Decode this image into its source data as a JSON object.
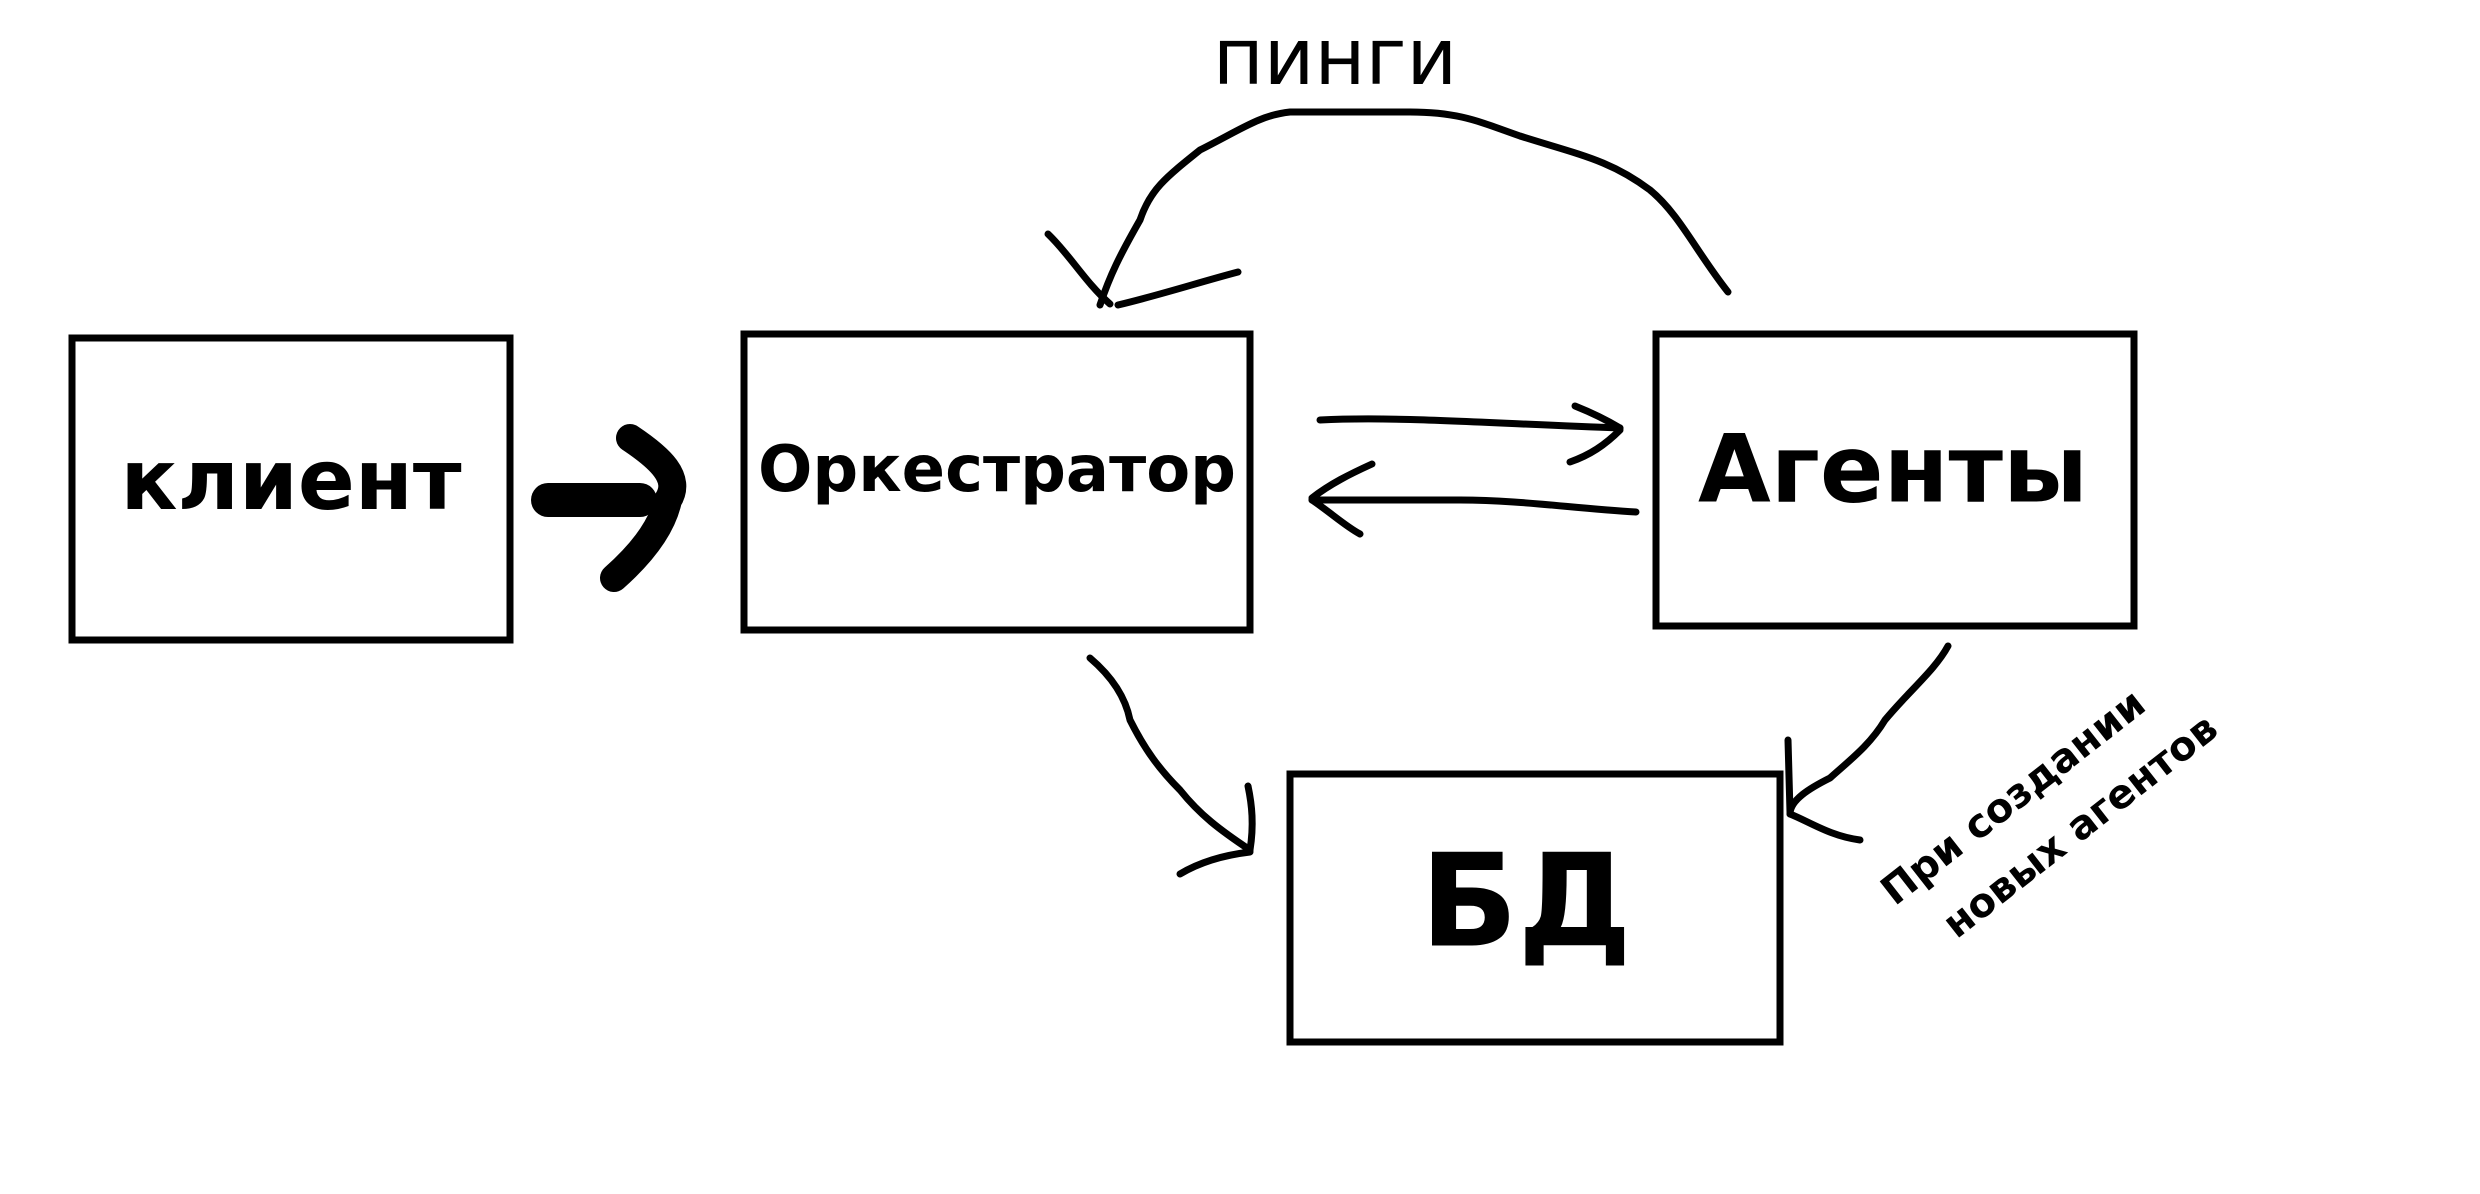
{
  "nodes": {
    "client": {
      "label": "клиент"
    },
    "orchestrator": {
      "label": "Оркестратор"
    },
    "agents": {
      "label": "Агенты"
    },
    "db": {
      "label": "БД"
    }
  },
  "edges": {
    "pings": {
      "label": "пинги"
    },
    "agents_to_db": {
      "note_line1": "При создании",
      "note_line2": "новых агентов"
    }
  }
}
